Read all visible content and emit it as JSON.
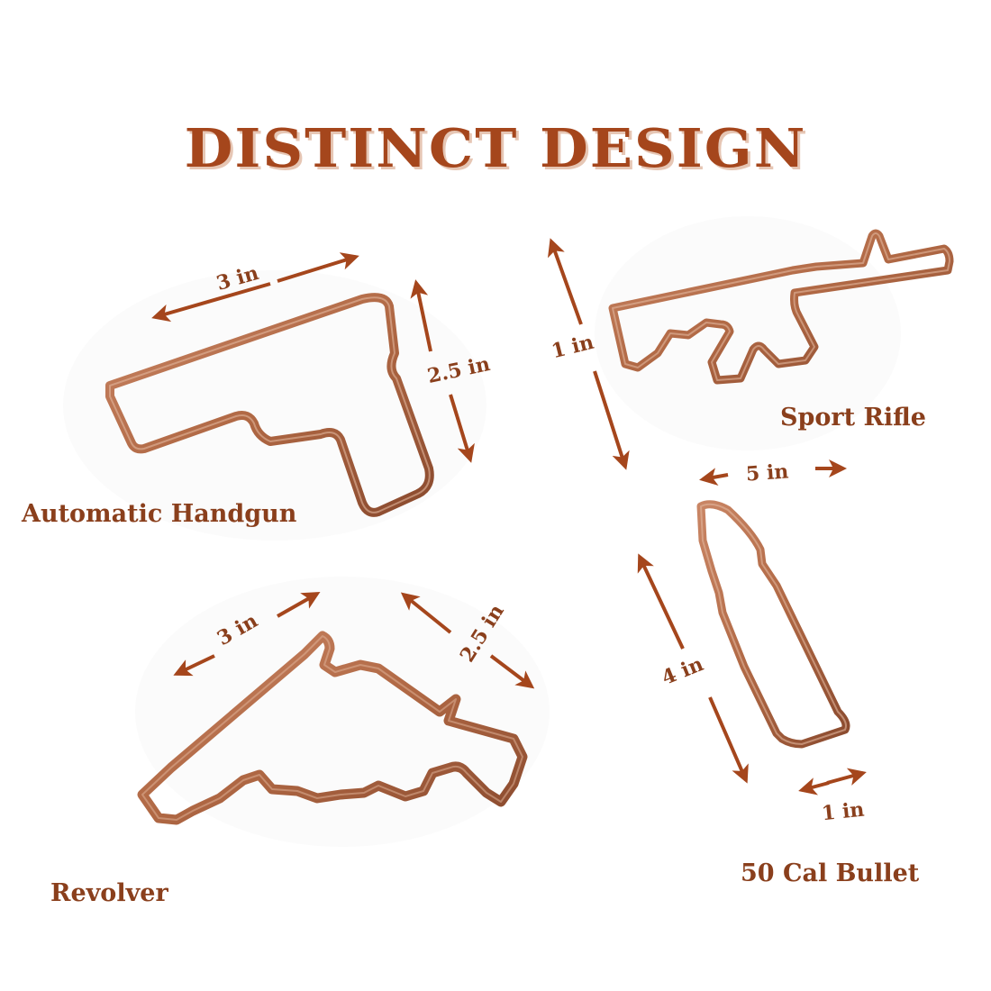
{
  "title": "DISTINCT DESIGN",
  "colors": {
    "text": "#8a3f1c",
    "title": "#a5461c",
    "title_shadow": "#e6c6b4",
    "copper": "#b86e4e",
    "copper_dark": "#7c3c22",
    "copper_light": "#e3b79e",
    "arrow": "#a5461c",
    "background": "#ffffff"
  },
  "items": [
    {
      "name": "Automatic Handgun",
      "dimensions": {
        "width": "3 in",
        "height": "2.5 in"
      }
    },
    {
      "name": "Sport Rifle",
      "dimensions": {
        "height": "1 in",
        "width": "5 in"
      }
    },
    {
      "name": "Revolver",
      "dimensions": {
        "width": "3 in",
        "height": "2.5 in"
      }
    },
    {
      "name": "50 Cal Bullet",
      "dimensions": {
        "length": "4 in",
        "width": "1 in"
      }
    }
  ]
}
